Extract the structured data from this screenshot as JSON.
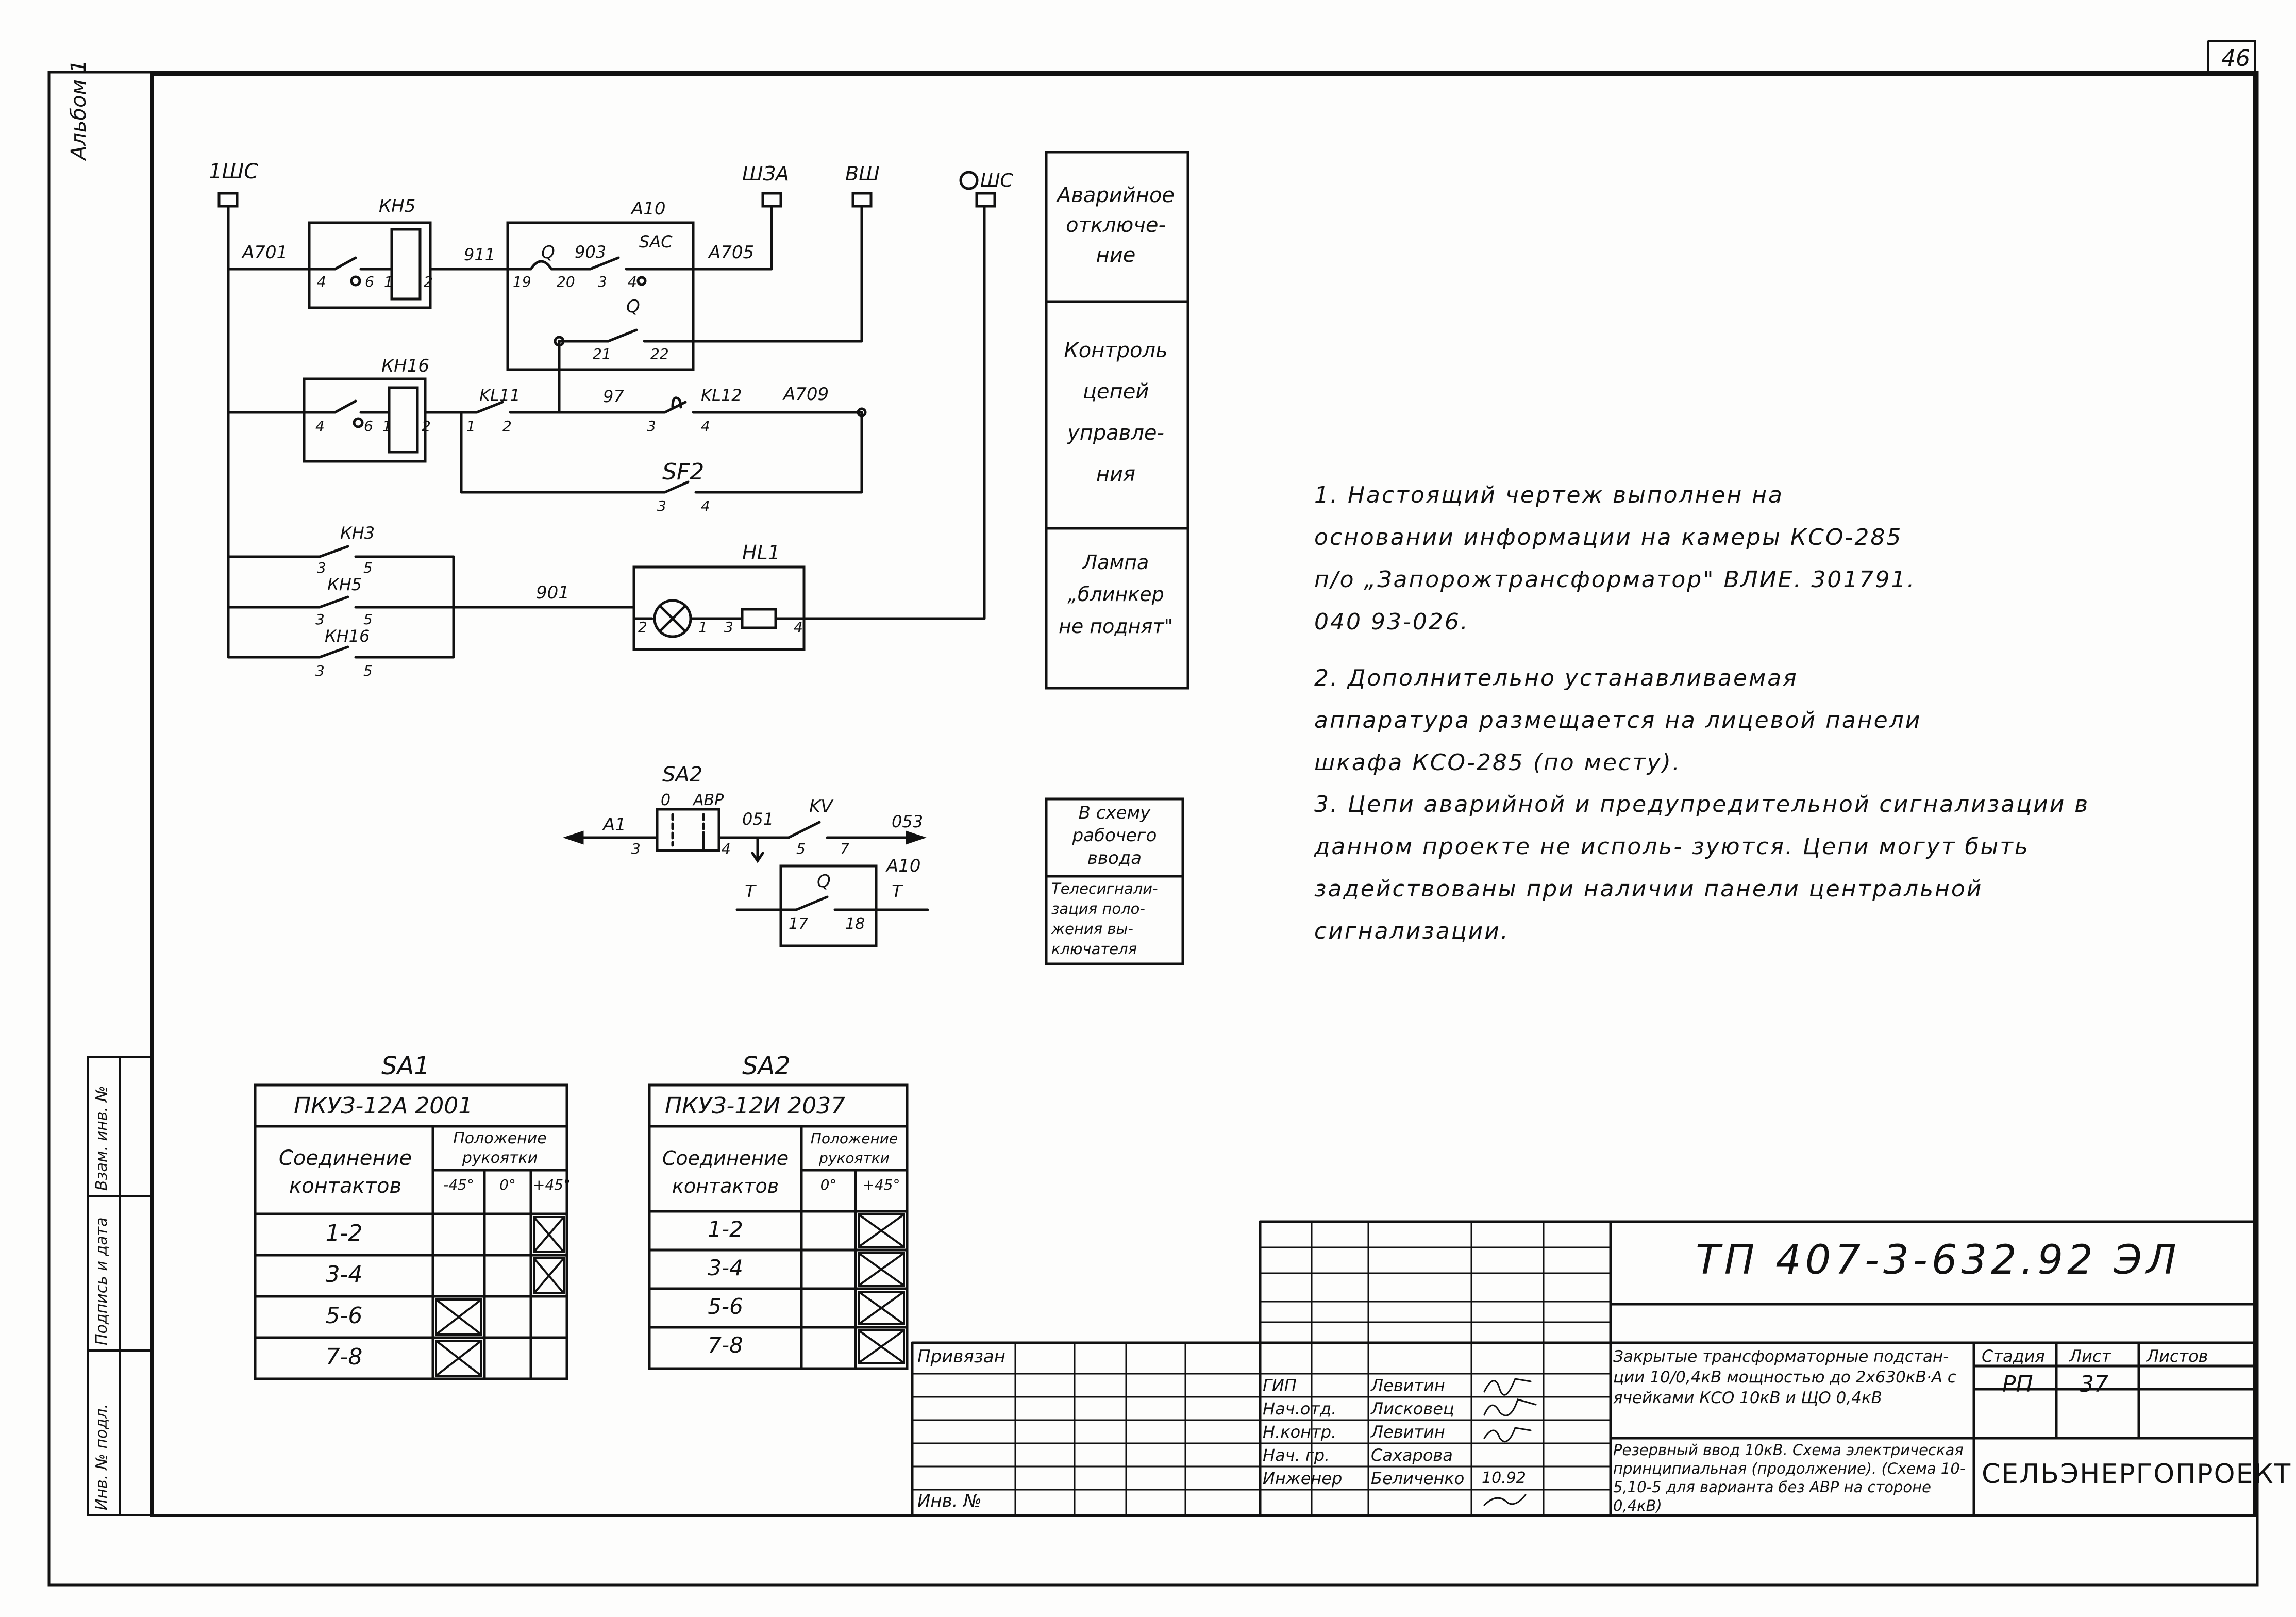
{
  "sheet": {
    "page_number": "46",
    "album_label": "Альбом 1",
    "designation": "ТП 407-3-632.92 ЭЛ",
    "organization": "СЕЛЬЭНЕРГОПРОЕКТ"
  },
  "side_stamp": {
    "inv_podl": "Инв. № подл.",
    "sign_date": "Подпись и дата",
    "vzam_inv": "Взам. инв. №"
  },
  "schematic": {
    "terminals": {
      "t1": "1ШС",
      "t2": "ШЗА",
      "t3": "ВШ",
      "t4": "ШС"
    },
    "wires": {
      "w1": "А701",
      "w2": "911",
      "w3": "903",
      "w4": "А705",
      "w5": "97",
      "w6": "А709",
      "w7": "901"
    },
    "devices": {
      "kh5": "КН5",
      "kh16": "КН16",
      "a10": "А10",
      "sac": "SAC",
      "q": "Q",
      "kl11": "KL11",
      "kl12": "KL12",
      "sf2": "SF2",
      "kh3": "КН3",
      "kh5b": "КН5",
      "kh16b": "КН16",
      "hl1": "HL1"
    },
    "pins": {
      "p4": "4",
      "p6": "6",
      "p1": "1",
      "p2": "2",
      "p19": "19",
      "p20": "20",
      "p3": "3",
      "p21": "21",
      "p22": "22",
      "p5": "5"
    }
  },
  "legend_boxes": [
    {
      "text": "Аварийное отключе- ние"
    },
    {
      "text": "Контроль цепей управле- ния"
    },
    {
      "text": "Лампа „блинкер не поднят\""
    }
  ],
  "sa2_circuit": {
    "sa2": "SA2",
    "w_a1": "А1",
    "pos0": "0",
    "abp": "АВР",
    "w051": "051",
    "kv": "KV",
    "w053": "053",
    "a10": "А10",
    "q": "Q",
    "t": "Т",
    "pins": {
      "p3": "3",
      "p4": "4",
      "p5": "5",
      "p7": "7",
      "p17": "17",
      "p18": "18"
    },
    "box1": "В схему рабочего ввода",
    "box2": "Телесигнали- зация поло- жения вы- ключателя"
  },
  "notes": [
    "1. Настоящий чертеж выполнен на основании информации на камеры КСО-285 п/о „Запорожтрансформатор\" ВЛИЕ. 301791. 040 93-026.",
    "2. Дополнительно устанавливаемая аппаратура размещается на лицевой панели шкафа КСО-285 (по месту).",
    "3. Цепи аварийной и предупредительной сигнализации в данном проекте не исполь- зуются. Цепи могут быть задействованы при наличии панели центральной сигнализации."
  ],
  "sa1_table": {
    "title": "SA1",
    "model": "ПКУЗ-12А 2001",
    "header_left": "Соединение контактов",
    "header_right": "Положение рукоятки",
    "positions": [
      "-45°",
      "0°",
      "+45°"
    ],
    "rows": [
      {
        "contacts": "1-2",
        "marks": [
          false,
          false,
          true
        ]
      },
      {
        "contacts": "3-4",
        "marks": [
          false,
          false,
          true
        ]
      },
      {
        "contacts": "5-6",
        "marks": [
          true,
          false,
          false
        ]
      },
      {
        "contacts": "7-8",
        "marks": [
          true,
          false,
          false
        ]
      }
    ]
  },
  "sa2_table": {
    "title": "SA2",
    "model": "ПКУЗ-12И 2037",
    "header_left": "Соединение контактов",
    "header_right": "Положение рукоятки",
    "positions": [
      "0°",
      "+45°"
    ],
    "rows": [
      {
        "contacts": "1-2",
        "marks": [
          false,
          true
        ]
      },
      {
        "contacts": "3-4",
        "marks": [
          false,
          true
        ]
      },
      {
        "contacts": "5-6",
        "marks": [
          false,
          true
        ]
      },
      {
        "contacts": "7-8",
        "marks": [
          false,
          true
        ]
      }
    ]
  },
  "title_block": {
    "privyazan": "Привязан",
    "inv_no": "Инв. №",
    "roles": [
      {
        "role": "ГИП",
        "name": "Левитин"
      },
      {
        "role": "Нач.отд.",
        "name": "Лисковец"
      },
      {
        "role": "Н.контр.",
        "name": "Левитин"
      },
      {
        "role": "Нач. гр.",
        "name": "Сахарова"
      },
      {
        "role": "Инженер",
        "name": "Беличенко"
      }
    ],
    "date_sign": "10.92",
    "object_desc": "Закрытые трансформаторные подстан- ции 10/0,4кВ мощностью до 2х630кВ·А с ячейками КСО 10кВ и ЩО 0,4кВ",
    "drawing_desc": "Резервный ввод 10кВ. Схема электрическая принципиальная (продолжение). (Схема 10-5,10-5 для варианта без АВР на стороне 0,4кВ)",
    "stage_label": "Стадия",
    "sheet_label": "Лист",
    "sheets_label": "Листов",
    "stage": "РП",
    "sheet": "37",
    "sheets": ""
  }
}
